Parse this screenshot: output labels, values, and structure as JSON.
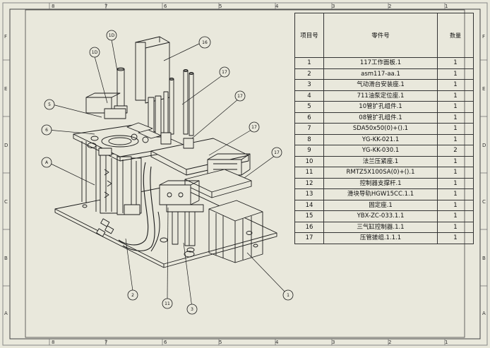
{
  "border_zones": {
    "top": [
      "8",
      "7",
      "6",
      "5",
      "4",
      "3",
      "2",
      "1"
    ],
    "bottom": [
      "8",
      "7",
      "6",
      "5",
      "4",
      "3",
      "2",
      "1"
    ],
    "left": [
      "F",
      "E",
      "D",
      "C",
      "B",
      "A"
    ],
    "right": [
      "F",
      "E",
      "D",
      "C",
      "B",
      "A"
    ]
  },
  "bom": {
    "headers": {
      "item": "项目号",
      "part": "零件号",
      "qty": "数量"
    },
    "rows": [
      {
        "item": "1",
        "part": "117工作面板.1",
        "qty": "1"
      },
      {
        "item": "2",
        "part": "asm117-aa.1",
        "qty": "1"
      },
      {
        "item": "3",
        "part": "气动滑台安装座.1",
        "qty": "1"
      },
      {
        "item": "4",
        "part": "711油泵定位座.1",
        "qty": "1"
      },
      {
        "item": "5",
        "part": "10管扩孔组件.1",
        "qty": "1"
      },
      {
        "item": "6",
        "part": "08管扩孔组件.1",
        "qty": "1"
      },
      {
        "item": "7",
        "part": "SDA50x50(0)+().1",
        "qty": "1"
      },
      {
        "item": "8",
        "part": "YG-KK-021.1",
        "qty": "1"
      },
      {
        "item": "9",
        "part": "YG-KK-030.1",
        "qty": "2"
      },
      {
        "item": "10",
        "part": "法兰压紧座.1",
        "qty": "1"
      },
      {
        "item": "11",
        "part": "RMTZ5X100SA(0)+().1",
        "qty": "1"
      },
      {
        "item": "12",
        "part": "控制器支撑杆.1",
        "qty": "1"
      },
      {
        "item": "13",
        "part": "滑块导轨HGW15CC.1.1",
        "qty": "1"
      },
      {
        "item": "14",
        "part": "固定座.1",
        "qty": "1"
      },
      {
        "item": "15",
        "part": "YBX-ZC-033.1.1",
        "qty": "1"
      },
      {
        "item": "16",
        "part": "三气缸控制器.1.1",
        "qty": "1"
      },
      {
        "item": "17",
        "part": "压管搓组.1.1.1",
        "qty": "1"
      }
    ]
  },
  "balloons": [
    "1D",
    "1D",
    "5",
    "6",
    "A",
    "16",
    "17",
    "17",
    "17",
    "17",
    "2",
    "11",
    "3",
    "1"
  ],
  "colors": {
    "paper": "#e9e8dc",
    "line": "#1a1a1a",
    "frame": "#555555"
  }
}
